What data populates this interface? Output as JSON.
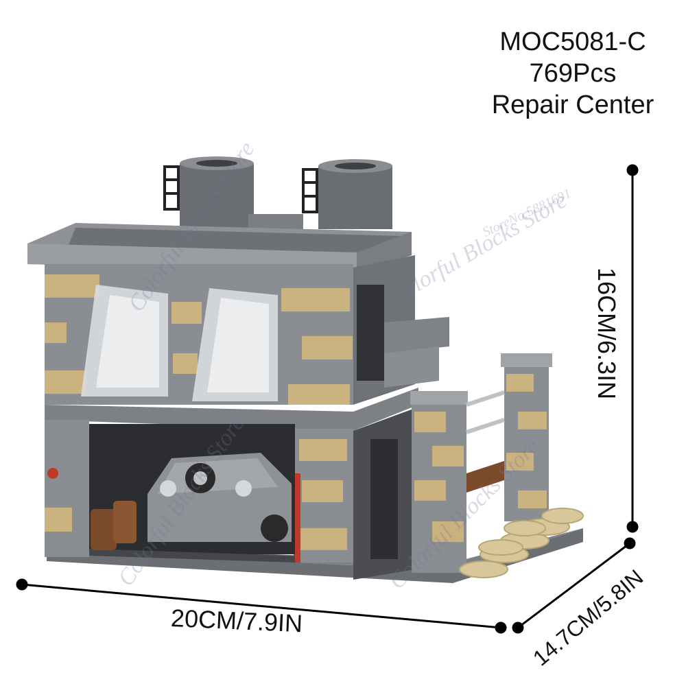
{
  "product": {
    "model": "MOC5081-C",
    "pieces": "769Pcs",
    "name": "Repair Center"
  },
  "dimensions": {
    "width": "20CM/7.9IN",
    "height": "16CM/6.3IN",
    "depth": "14.7CM/5.8IN"
  },
  "watermark": {
    "text": "Colorful Blocks Store",
    "store_no": "StoreNo.5881691"
  },
  "colors": {
    "stone_gray": "#8a8d91",
    "dark_gray": "#5f6367",
    "tan_brick": "#c9b27e",
    "floor": "#4a4c50"
  }
}
